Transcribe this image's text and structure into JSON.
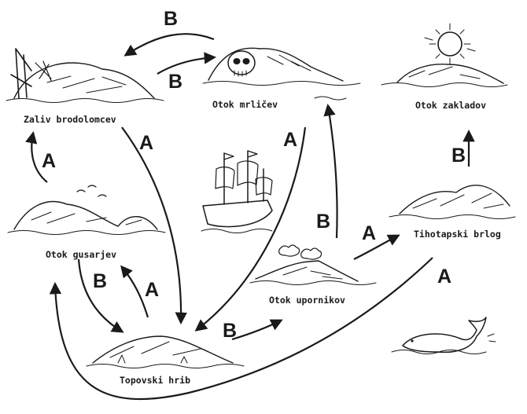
{
  "islands": [
    {
      "id": "zaliv",
      "label": "Zaliv brodolomcev"
    },
    {
      "id": "mrlicev",
      "label": "Otok mrličev"
    },
    {
      "id": "zakladov",
      "label": "Otok zakladov"
    },
    {
      "id": "gusarjev",
      "label": "Otok gusarjev"
    },
    {
      "id": "tihotapski",
      "label": "Tihotapski brlog"
    },
    {
      "id": "upornikov",
      "label": "Otok upornikov"
    },
    {
      "id": "topovski",
      "label": "Topovski hrib"
    }
  ],
  "edges": [
    {
      "from": "mrlicev",
      "to": "zaliv",
      "label": "B"
    },
    {
      "from": "zaliv",
      "to": "mrlicev",
      "label": "B"
    },
    {
      "from": "gusarjev",
      "to": "zaliv",
      "label": "A"
    },
    {
      "from": "zaliv",
      "to": "topovski",
      "label": "A"
    },
    {
      "from": "mrlicev",
      "to": "topovski",
      "label": "A"
    },
    {
      "from": "gusarjev",
      "to": "topovski",
      "label": "B"
    },
    {
      "from": "topovski",
      "to": "gusarjev",
      "label": "A"
    },
    {
      "from": "topovski",
      "to": "upornikov",
      "label": "B"
    },
    {
      "from": "upornikov",
      "to": "mrlicev",
      "label": "B"
    },
    {
      "from": "upornikov",
      "to": "tihotapski",
      "label": "A"
    },
    {
      "from": "tihotapski",
      "to": "zakladov",
      "label": "B"
    },
    {
      "from": "tihotapski",
      "to": "gusarjev",
      "label": "A"
    }
  ]
}
